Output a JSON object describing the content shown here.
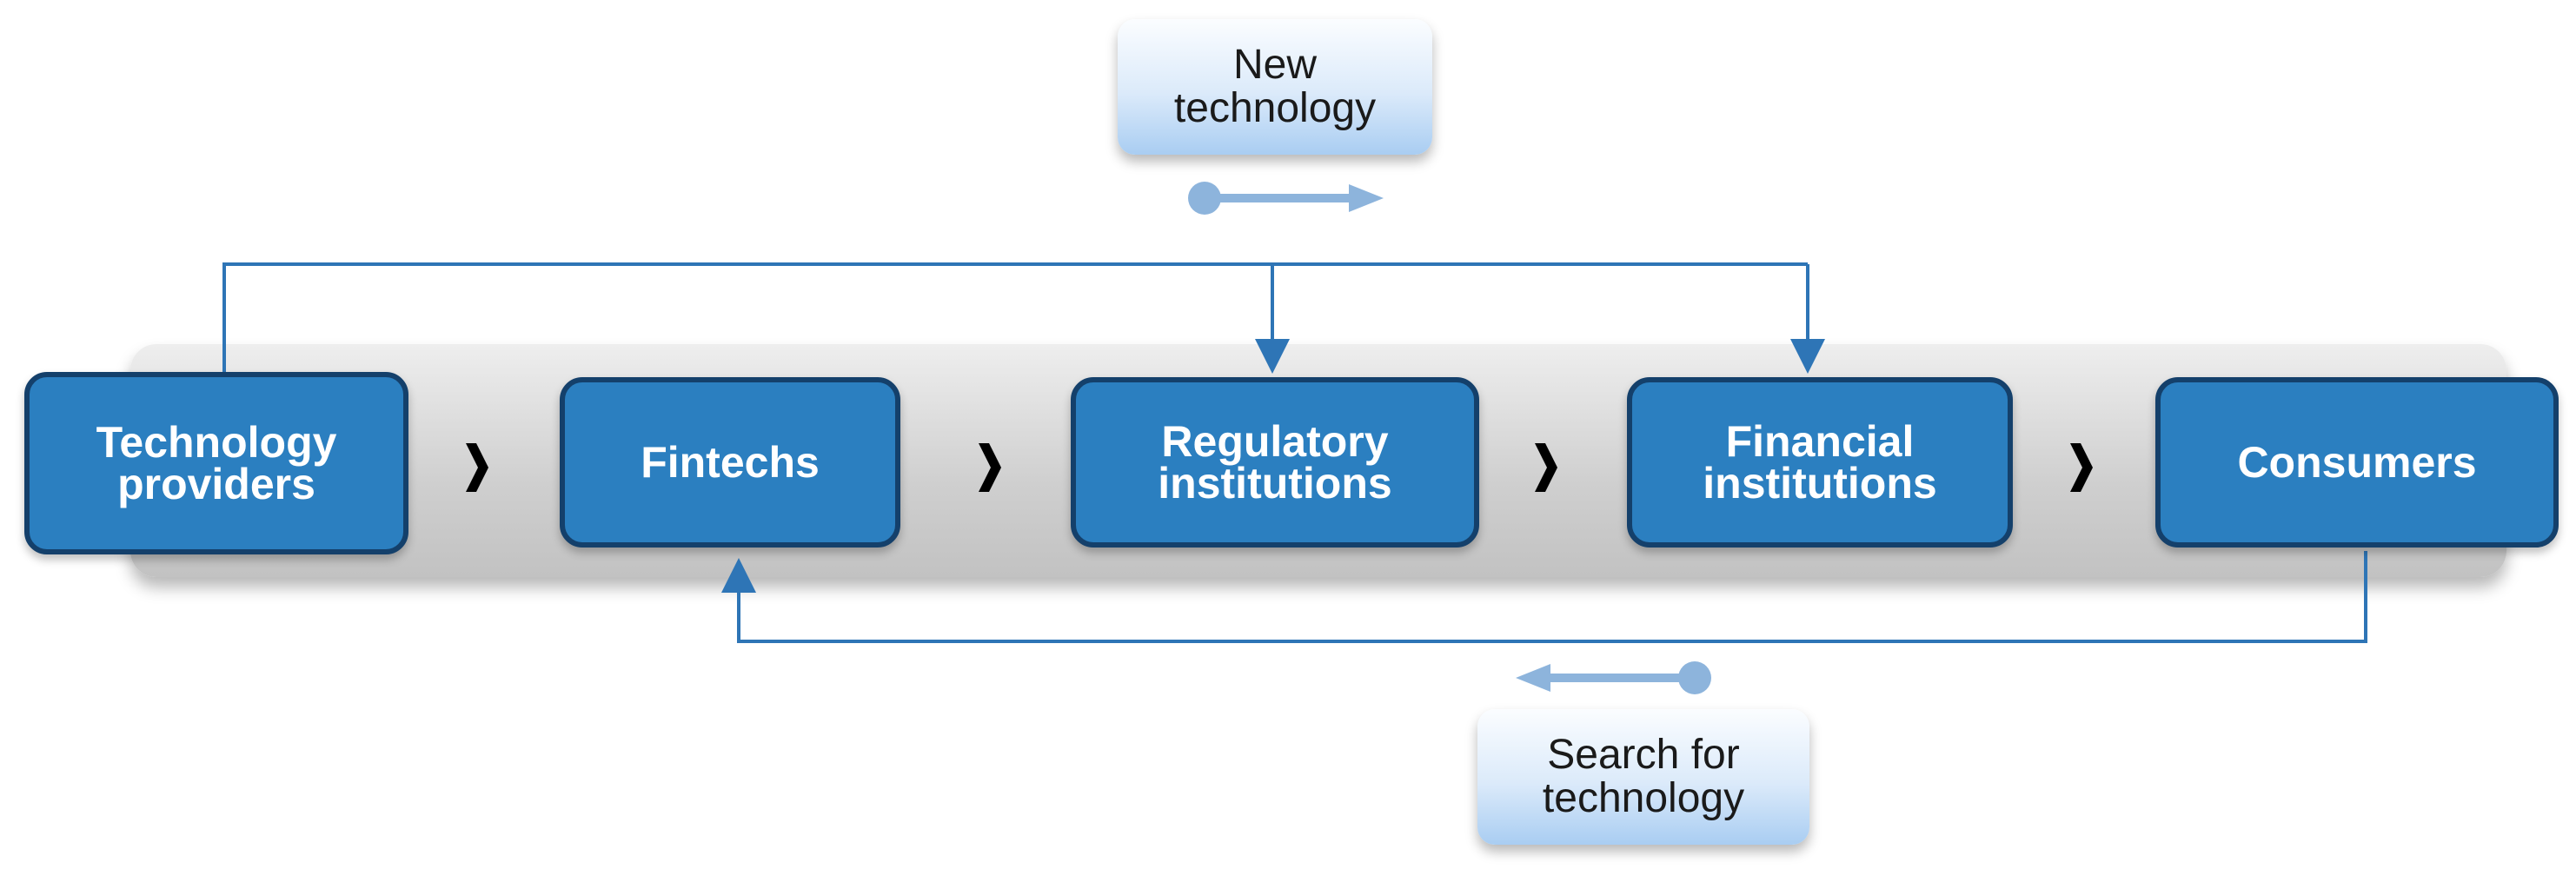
{
  "nodes": {
    "technology_providers": {
      "line1": "Technology",
      "line2": "providers"
    },
    "fintechs": {
      "label": "Fintechs"
    },
    "regulatory_institutions": {
      "line1": "Regulatory",
      "line2": "institutions"
    },
    "financial_institutions": {
      "line1": "Financial",
      "line2": "institutions"
    },
    "consumers": {
      "label": "Consumers"
    }
  },
  "callouts": {
    "new_technology": {
      "line1": "New",
      "line2": "technology"
    },
    "search_for_technology": {
      "line1": "Search for",
      "line2": "technology"
    }
  },
  "colors": {
    "node_fill": "#2b7fc0",
    "node_border": "#14406b",
    "connector": "#2e75b6",
    "indicator_arrow": "#8db4dc",
    "chevron": "#000000"
  }
}
